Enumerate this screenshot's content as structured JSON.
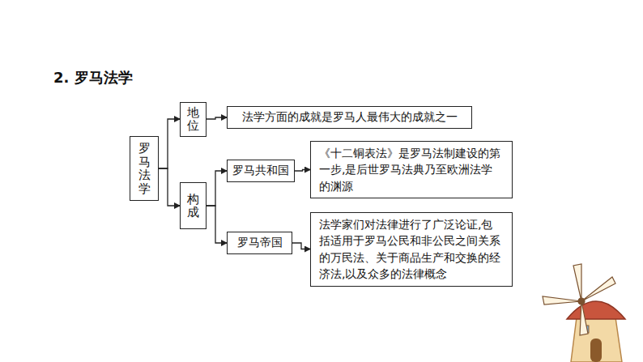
{
  "diagram": {
    "title": "2. 罗马法学",
    "nodes": [
      {
        "text": [
          "罗马法学"
        ]
      },
      {
        "text": [
          "地位"
        ]
      },
      {
        "text": [
          "法学方面的成就是罗马人最伟大的成就之一"
        ]
      },
      {
        "text": [
          "构成"
        ]
      },
      {
        "text": [
          "罗马共和国"
        ]
      },
      {
        "text": [
          "《十二铜表法》是罗马法制建设的第一步,是后世罗马法典乃至欧洲法学的渊源"
        ]
      },
      {
        "text": [
          "罗马帝国"
        ]
      },
      {
        "text": [
          "法学家们对法律进行了广泛论证,包括适用于罗马公民和非公民之间关系的万民法、关于商品生产和交换的经济法,以及众多的法律概念"
        ]
      }
    ],
    "edges": [
      {
        "from": 0,
        "to": 1,
        "arrow": "to"
      },
      {
        "from": 0,
        "to": 3,
        "arrow": "to"
      },
      {
        "from": 1,
        "to": 2,
        "arrow": "to"
      },
      {
        "from": 3,
        "to": 4,
        "arrow": "to"
      },
      {
        "from": 3,
        "to": 6,
        "arrow": "to"
      },
      {
        "from": 4,
        "to": 5,
        "arrow": "to"
      },
      {
        "from": 6,
        "to": 7,
        "arrow": "to"
      }
    ]
  }
}
